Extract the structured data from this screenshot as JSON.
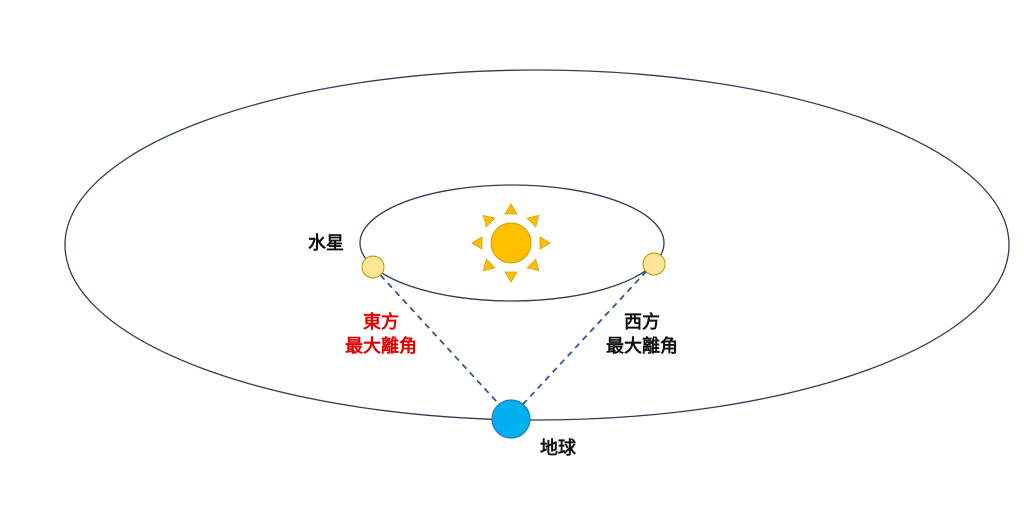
{
  "labels": {
    "mercury": "水星",
    "earth": "地球",
    "east_elongation": [
      "東方",
      "最大離角"
    ],
    "west_elongation": [
      "西方",
      "最大離角"
    ]
  },
  "colors": {
    "orbit_line": "#2f3b5a",
    "sight_line": "#2f5597",
    "sun_body": "#ffc000",
    "sun_rays": "#ffc000",
    "sun_stroke": "#d39b00",
    "mercury_fill": "#ffe699",
    "mercury_stroke": "#bf9000",
    "earth_fill": "#00b0f0",
    "earth_stroke": "#2e75b6",
    "east_label": "#e00000",
    "west_label": "#111111"
  },
  "icons": {
    "sun": "sun-icon"
  }
}
